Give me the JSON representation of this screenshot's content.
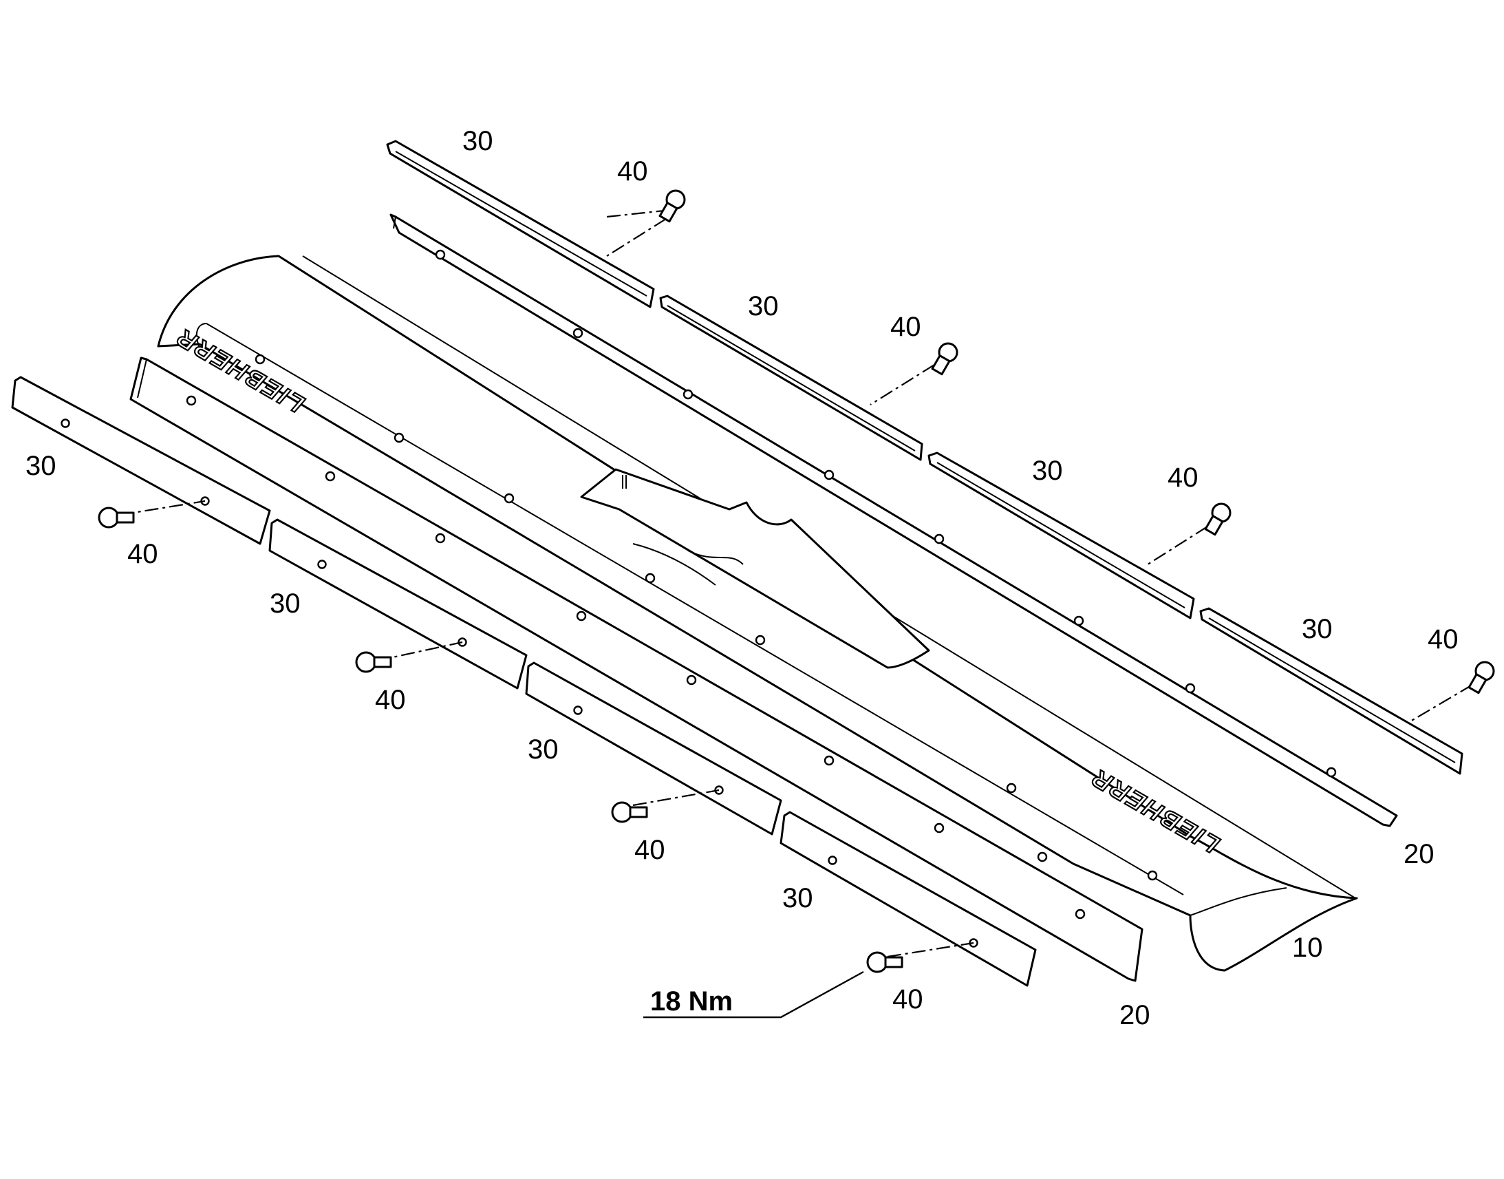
{
  "labels": {
    "cover": "10",
    "side_strip": "20",
    "trim_strip": "30",
    "screw": "40"
  },
  "torque": "18 Nm",
  "brand": "LIEBHERR"
}
